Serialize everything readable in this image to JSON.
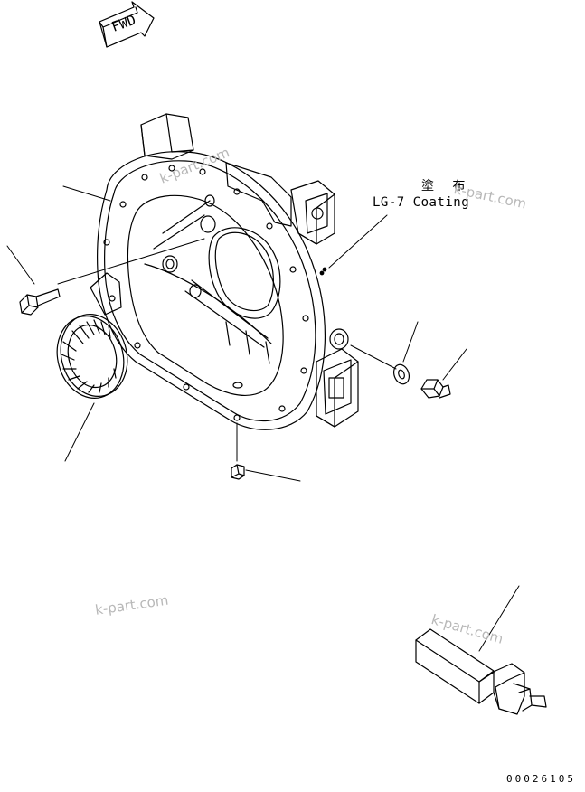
{
  "fwd_arrow": {
    "label": "FWD"
  },
  "callouts": {
    "coating_jp": "塗 布",
    "coating_en": "LG-7 Coating"
  },
  "watermarks": [
    "k-part.com",
    "k-part.com",
    "k-part.com",
    "k-part.com"
  ],
  "drawing_number": "00026105"
}
